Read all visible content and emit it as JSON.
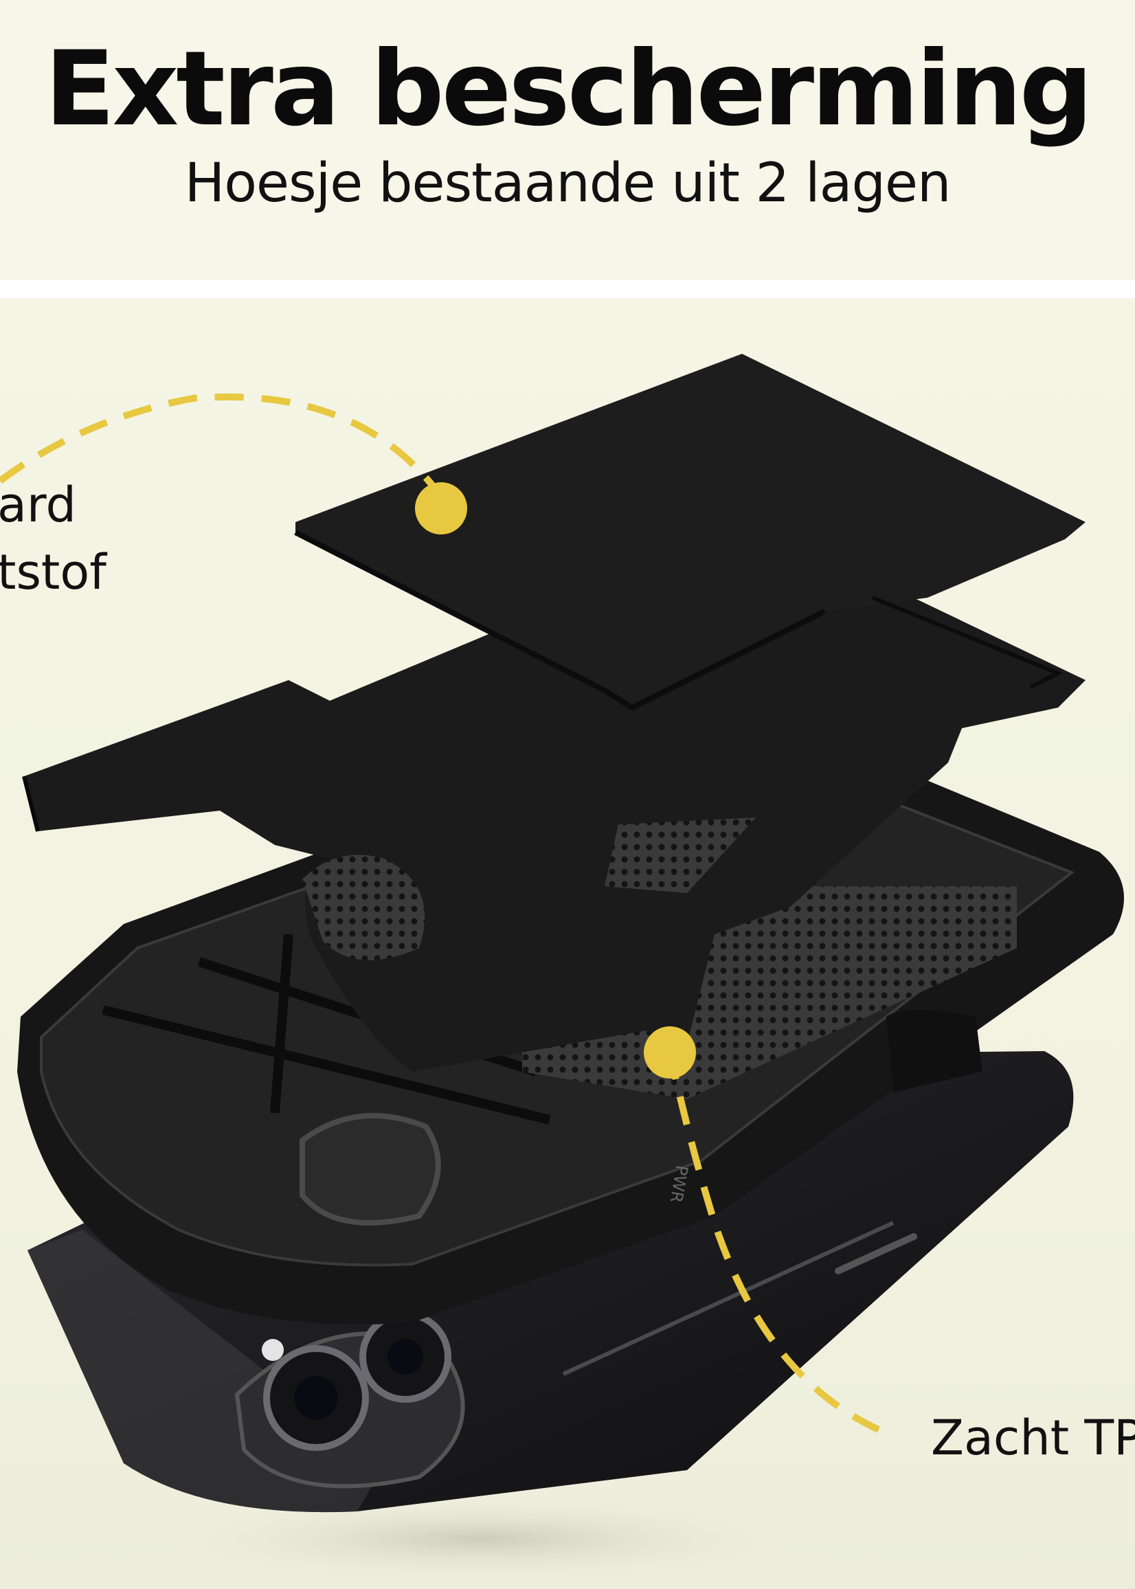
{
  "header": {
    "title": "Extra bescherming",
    "subtitle": "Hoesje bestaande uit 2 lagen"
  },
  "labels": {
    "hard_line1": "ard",
    "hard_line2": "tstof",
    "soft": "Zacht TP"
  },
  "colors": {
    "background": "#f5f6e8",
    "accent": "#e8c840",
    "case": "#1c1c1c"
  }
}
